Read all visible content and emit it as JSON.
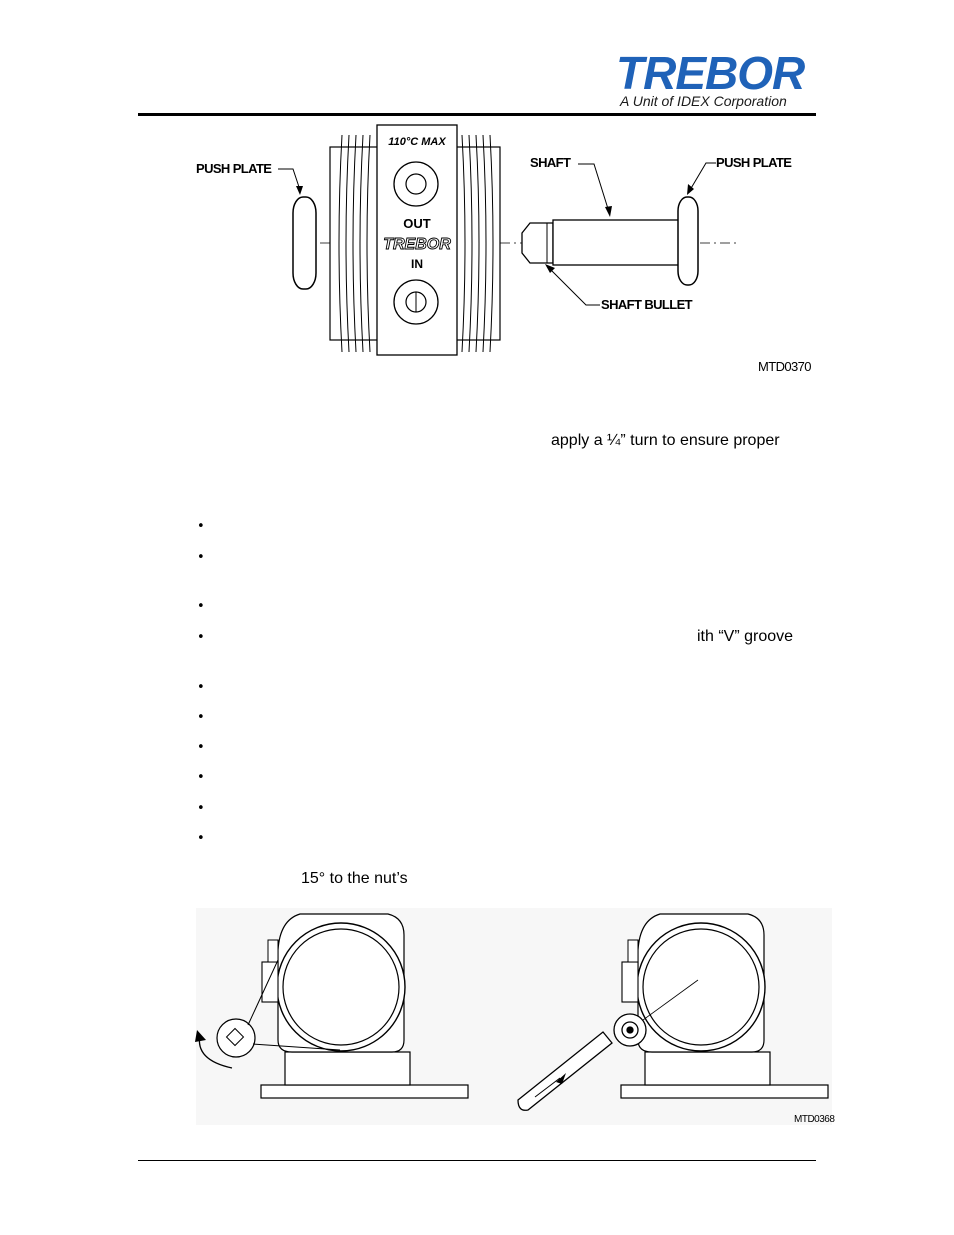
{
  "header": {
    "logo_word": "TREBOR",
    "logo_subtitle": "A Unit of IDEX Corporation"
  },
  "figure1": {
    "labels": {
      "push_plate_left": "PUSH PLATE",
      "shaft": "SHAFT",
      "push_plate_right": "PUSH PLATE",
      "shaft_bullet": "SHAFT BULLET"
    },
    "body_text": {
      "max_temp": "110°C MAX",
      "out": "OUT",
      "brand": "TREBOR",
      "in": "IN"
    },
    "figure_id": "MTD0370"
  },
  "text": {
    "line1": "apply a ¼” turn to ensure proper",
    "line2": "ith “V” groove",
    "line3": "15° to the nut’s"
  },
  "bullets": [
    "•",
    "•",
    "•",
    "•",
    "•",
    "•",
    "•",
    "•",
    "•",
    "•"
  ],
  "figure2": {
    "figure_id": "MTD0368"
  },
  "colors": {
    "brand_blue": "#1f62b8",
    "line": "#000000",
    "figure_background": "#f7f7f7"
  }
}
